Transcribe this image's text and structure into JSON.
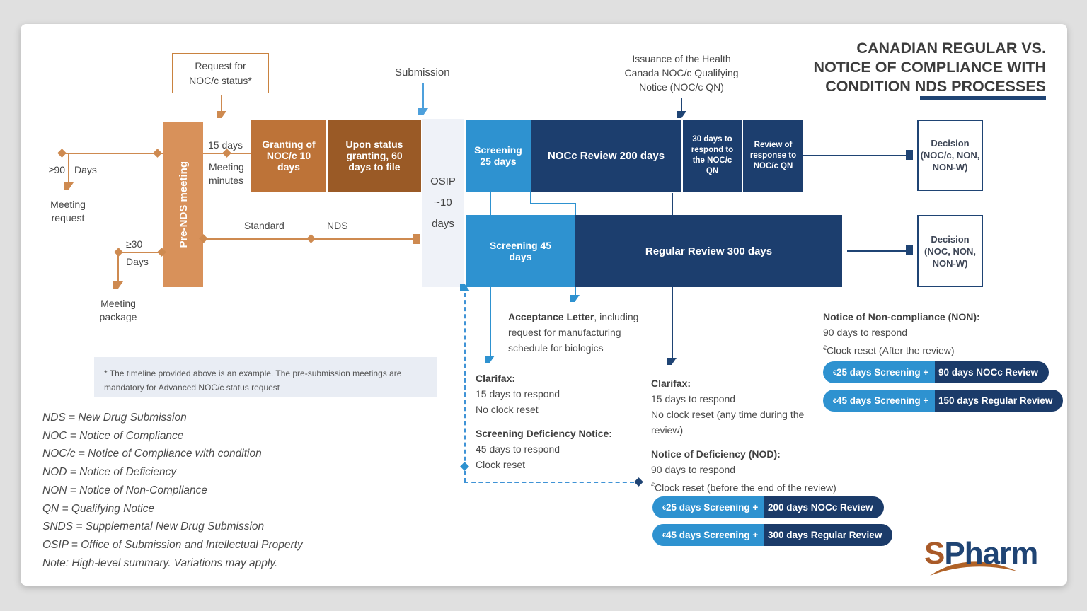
{
  "title": {
    "lines": [
      "CANADIAN REGULAR VS.",
      "NOTICE OF COMPLIANCE WITH",
      "CONDITION NDS PROCESSES"
    ]
  },
  "request_box": {
    "line1": "Request for",
    "line2": "NOC/c status*"
  },
  "prends_bar": {
    "label": "Pre-NDS meeting"
  },
  "left": {
    "ge90": "≥90",
    "days90": "Days",
    "meeting_request_1": "Meeting",
    "meeting_request_2": "request",
    "fifteen_days": "15 days",
    "meeting_minutes_1": "Meeting",
    "meeting_minutes_2": "minutes",
    "ge30": "≥30",
    "days30": "Days",
    "meeting_package_1": "Meeting",
    "meeting_package_2": "package",
    "standard": "Standard",
    "nds": "NDS"
  },
  "row1": {
    "granting": "Granting of NOC/c 10 days",
    "upon": "Upon status granting, 60 days to file",
    "osip_1": "OSIP",
    "osip_2": "~10",
    "osip_3": "days",
    "submission": "Submission",
    "screening25": "Screening 25 days",
    "nocc_review": "NOCc Review 200 days",
    "respond30": "30 days to respond to the NOC/c QN",
    "review_response": "Review of response to NOC/c QN",
    "issuance_1": "Issuance of the Health",
    "issuance_2": "Canada NOC/c Qualifying",
    "issuance_3": "Notice (NOC/c QN)",
    "decision_1": "Decision",
    "decision_2": "(NOC/c, NON,",
    "decision_3": "NON-W)"
  },
  "row2": {
    "screening45": "Screening 45 days",
    "regular_review": "Regular Review 300 days",
    "decision_1": "Decision",
    "decision_2": "(NOC, NON,",
    "decision_3": "NON-W)"
  },
  "annotations": {
    "acceptance_bold": "Acceptance Letter",
    "acceptance_rest": ", including request for manufacturing schedule for biologics",
    "clarifax1_title": "Clarifax:",
    "clarifax1_l1": "15 days to respond",
    "clarifax1_l2": "No clock reset",
    "sdn_title": "Screening Deficiency Notice:",
    "sdn_l1": "45 days to respond",
    "sdn_l2": "Clock reset",
    "clarifax2_title": "Clarifax:",
    "clarifax2_l1": "15 days to respond",
    "clarifax2_l2": "No clock reset (any time during the review)",
    "nod_title": "Notice of Deficiency (NOD):",
    "nod_l1": "90 days to respond",
    "nod_sup": "€",
    "nod_l2": "Clock reset (before the end of the review)",
    "non_title": "Notice of Non-compliance (NON):",
    "non_l1": "90 days to respond",
    "non_sup": "€",
    "non_l2": "Clock reset (After the review)"
  },
  "pills": {
    "p1_sup": "€",
    "p1_left": "25 days Screening +",
    "p1_right": "90 days NOCc Review",
    "p2_sup": "€",
    "p2_left": "45 days Screening +",
    "p2_right": "150 days Regular Review",
    "p3_sup": "€",
    "p3_left": "25 days Screening +",
    "p3_right": "200 days NOCc Review",
    "p4_sup": "€",
    "p4_left": "45 days Screening +",
    "p4_right": "300 days Regular Review"
  },
  "note": "* The timeline provided above is an example. The pre-submission meetings are mandatory for Advanced NOC/c status request",
  "legend": {
    "l1": "NDS = New Drug Submission",
    "l2": "NOC = Notice of Compliance",
    "l3": "NOC/c = Notice of Compliance with condition",
    "l4": "NOD = Notice of Deficiency",
    "l5": "NON = Notice of Non-Compliance",
    "l6": "QN = Qualifying Notice",
    "l7": "SNDS = Supplemental New Drug Submission",
    "l8": "OSIP = Office of Submission and Intellectual Property",
    "l9": "Note: High-level summary. Variations may apply."
  },
  "logo": {
    "s": "S",
    "pharm": "Pharm"
  },
  "colors": {
    "orange_line": "#CE8A50",
    "prends_orange": "#D8915A",
    "granting_orange": "#BD7338",
    "upon_brown": "#9A5A26",
    "light_blue": "#2E92D0",
    "navy_box": "#1C3E6E",
    "navy_line": "#1F4474",
    "osip_bg": "#EFF2F8",
    "note_bg": "#E9EDF4",
    "pill_navy": "#1B3B69",
    "title_text": "#3C3C3C"
  }
}
